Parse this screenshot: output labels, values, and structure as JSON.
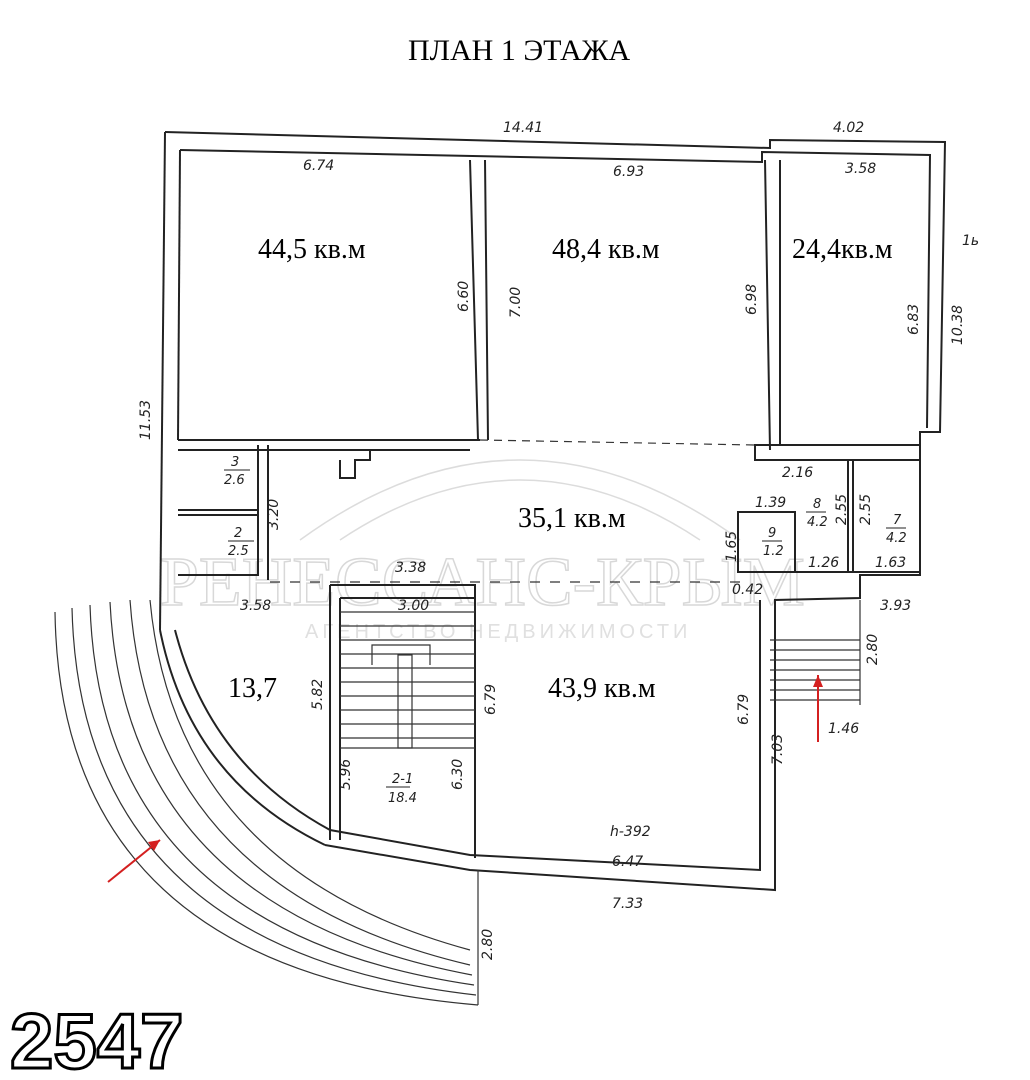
{
  "title": "ПЛАН 1 ЭТАЖА",
  "rooms": {
    "r1": "44,5 кв.м",
    "r2": "48,4 кв.м",
    "r3": "24,4кв.м",
    "hall": "35,1 кв.м",
    "r5": "43,9 кв.м",
    "r6": "13,7",
    "room3": {
      "num": "3",
      "area": "2.6"
    },
    "room2": {
      "num": "2",
      "area": "2.5"
    },
    "room8": {
      "num": "8",
      "area": "4.2"
    },
    "room7": {
      "num": "7",
      "area": "4.2"
    },
    "room9": {
      "num": "9",
      "area": "1.2"
    },
    "stair": {
      "num": "2-1",
      "area": "18.4"
    }
  },
  "dimensions": {
    "top_total": "14.41",
    "top_right": "4.02",
    "r1_width": "6.74",
    "r2_width": "6.93",
    "r3_width": "3.58",
    "r1_depth": "6.60",
    "r2_depth_left": "7.00",
    "r2_depth_right": "6.98",
    "r3_depth": "6.83",
    "right_total": "10.38",
    "left_total": "11.53",
    "d_216": "2.16",
    "d_139": "1.39",
    "d_255a": "2.55",
    "d_255b": "2.55",
    "d_165": "1.65",
    "d_126": "1.26",
    "d_163": "1.63",
    "d_042": "0.42",
    "d_393": "3.93",
    "d_320": "3.20",
    "d_338": "3.38",
    "d_358": "3.58",
    "d_300": "3.00",
    "d_582": "5.82",
    "d_679a": "6.79",
    "d_679b": "6.79",
    "d_596": "5.96",
    "d_630": "6.30",
    "d_280a": "2.80",
    "d_146": "1.46",
    "d_703": "7.03",
    "d_647": "6.47",
    "d_733": "7.33",
    "d_280b": "2.80",
    "height": "h-392",
    "edge_mark": "1ь"
  },
  "watermark": {
    "brand": "РЕНЕССАНС-КРЫМ",
    "sub": "АГЕНТСТВО НЕДВИЖИМОСТИ"
  },
  "stamp": "2547",
  "colors": {
    "arrow": "#d42020",
    "line": "#222222"
  }
}
